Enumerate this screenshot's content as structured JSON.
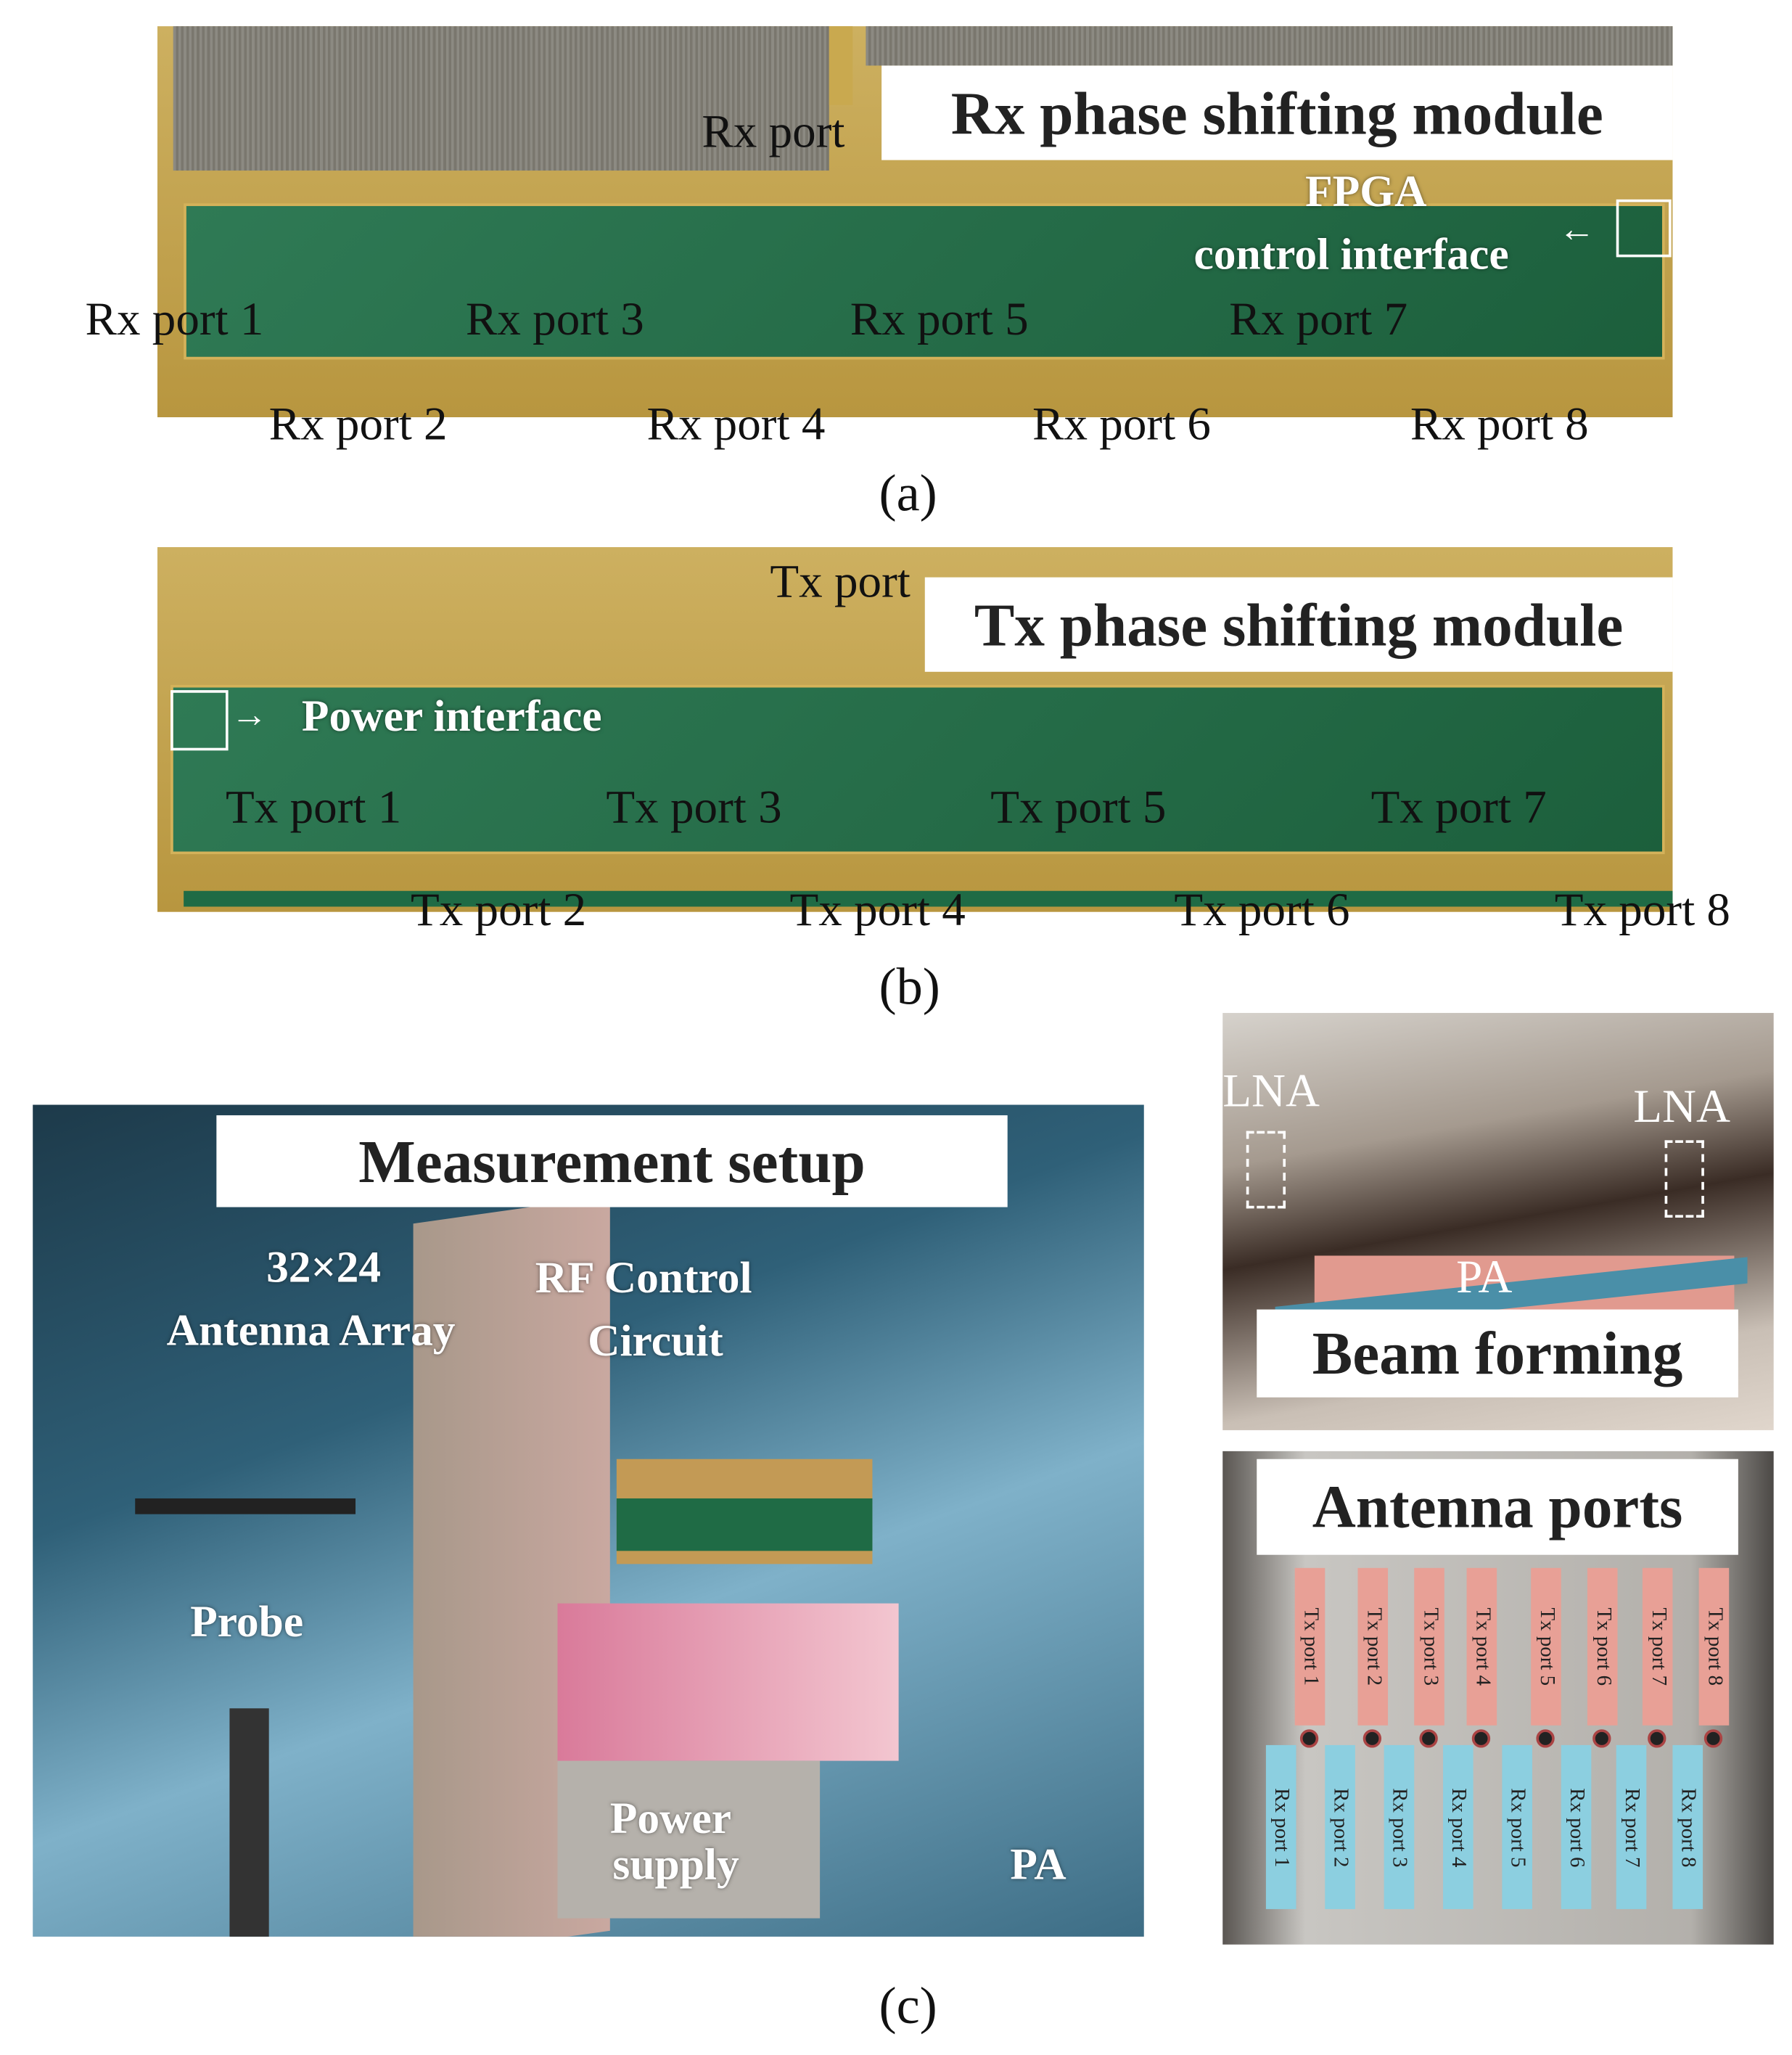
{
  "panel_a": {
    "title": "Rx phase shifting module",
    "common_port": "Rx port",
    "fpga_line1": "FPGA",
    "fpga_line2": "control interface",
    "ports": [
      "Rx port 1",
      "Rx port 2",
      "Rx port 3",
      "Rx port 4",
      "Rx port 5",
      "Rx port 6",
      "Rx port 7",
      "Rx port 8"
    ],
    "caption": "(a)"
  },
  "panel_b": {
    "title": "Tx phase shifting module",
    "common_port": "Tx port",
    "power_interface": "Power interface",
    "ports": [
      "Tx port 1",
      "Tx port 2",
      "Tx port 3",
      "Tx port 4",
      "Tx port 5",
      "Tx port 6",
      "Tx port 7",
      "Tx port 8"
    ],
    "caption": "(b)"
  },
  "panel_c": {
    "setup_title": "Measurement setup",
    "array_line1": "32×24",
    "array_line2": "Antenna Array",
    "rf_line1": "RF Control",
    "rf_line2": "Circuit",
    "probe": "Probe",
    "power_line1": "Power",
    "power_line2": "supply",
    "pa": "PA",
    "beam": {
      "title": "Beam forming",
      "lna_left": "LNA",
      "lna_right": "LNA",
      "pa": "PA"
    },
    "antenna_ports": {
      "title": "Antenna ports",
      "tx": [
        "Tx port 1",
        "Tx port 2",
        "Tx port 3",
        "Tx port 4",
        "Tx port 5",
        "Tx port 6",
        "Tx port 7",
        "Tx port 8"
      ],
      "rx": [
        "Rx port 1",
        "Rx port 2",
        "Rx port 3",
        "Rx port 4",
        "Rx port 5",
        "Rx port 6",
        "Rx port 7",
        "Rx port 8"
      ]
    },
    "caption": "(c)"
  },
  "colors": {
    "tx_strip": "#e8a096",
    "rx_strip": "#8ccfe0",
    "pcb_gold": "#c9a94f",
    "pcb_green": "#236b46"
  }
}
